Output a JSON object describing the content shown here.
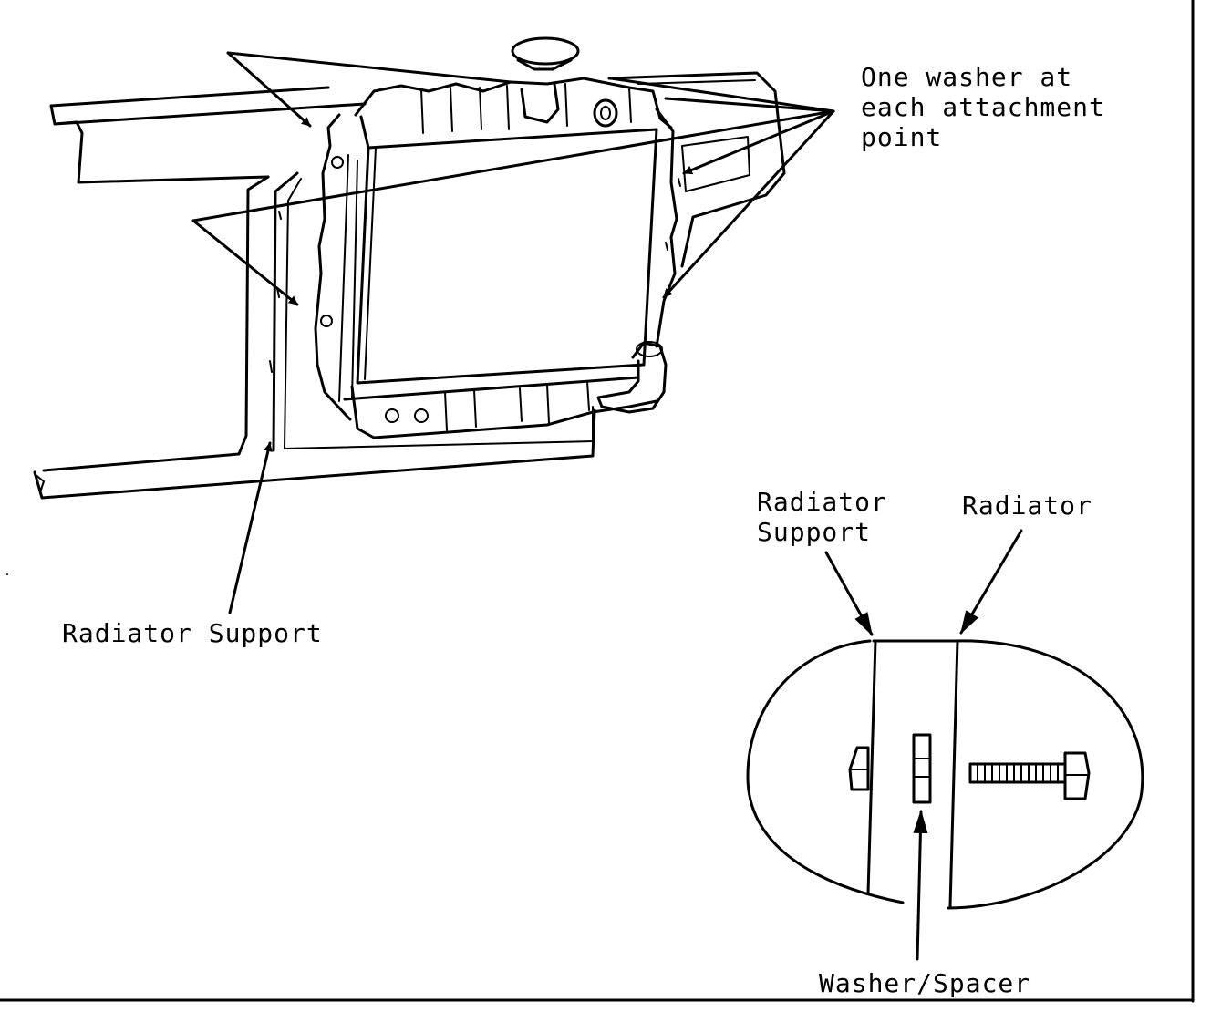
{
  "labels": {
    "washer_note": "One washer at\neach attachment\npoint",
    "support_main": "Radiator Support",
    "support_detail": "Radiator\nSupport",
    "radiator_detail": "Radiator",
    "washer_spacer": "Washer/Spacer"
  }
}
